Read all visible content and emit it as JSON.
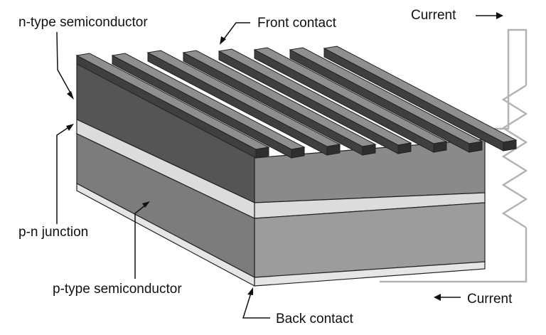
{
  "labels": {
    "n_type": "n-type semiconductor",
    "front_contact": "Front contact",
    "current_top": "Current",
    "pn_junction": "p-n junction",
    "p_type": "p-type semiconductor",
    "current_bottom": "Current",
    "back_contact": "Back contact"
  },
  "colors": {
    "n_layer_side": "#555555",
    "n_layer_front": "#8a8a8a",
    "junction": "#dcdcdc",
    "p_layer_side": "#7c7c7c",
    "p_layer_front": "#9c9c9c",
    "back_contact": "#e6e6e6",
    "finger_top": "#8f8f8f",
    "finger_side": "#3f3f3f",
    "circuit": "#b3b3b3",
    "outline": "#222222"
  }
}
